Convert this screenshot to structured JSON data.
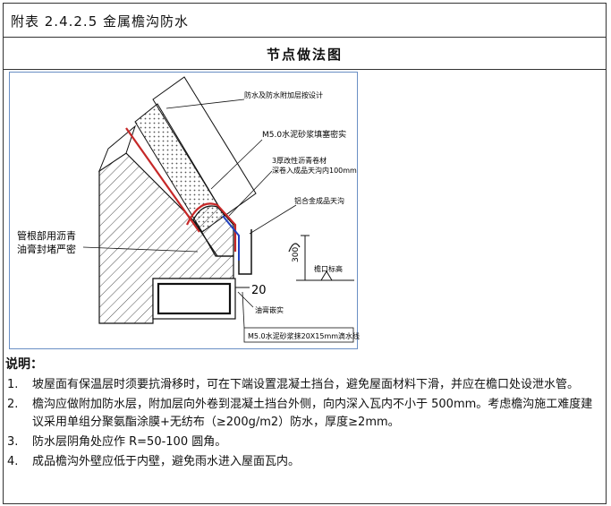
{
  "table": {
    "title": "附表 2.4.2.5 金属檐沟防水",
    "header": "节点做法图"
  },
  "figure": {
    "labels": {
      "top_design": "防水及防水附加层按设计",
      "mortar_fill": "M5.0水泥砂浆填塞密实",
      "membrane_a": "3厚改性沥青卷材",
      "membrane_b": "深卷入成品天沟内100mm",
      "gutter": "铝合金成品天沟",
      "pipe_seal_1": "管根部用沥青",
      "pipe_seal_2": "油膏封堵严密",
      "height": "300",
      "eave_level": "檐口标高",
      "dim_20": "20",
      "paste_fill": "油膏嵌实",
      "drip_line": "M5.0水泥砂浆抹20X15mm滴水线"
    }
  },
  "notes": {
    "title": "说明：",
    "items": [
      {
        "num": "1.",
        "text": "坡屋面有保温层时须要抗滑移时，可在下端设置混凝土挡台，避免屋面材料下滑，并应在檐口处设泄水管。"
      },
      {
        "num": "2.",
        "text": "檐沟应做附加防水层，附加层向外卷到混凝土挡台外侧，向内深入瓦内不小于 500mm。考虑檐沟施工难度建议采用单组分聚氨酯涂膜+无纺布（≥200g/m2）防水，厚度≥2mm。"
      },
      {
        "num": "3.",
        "text": "防水层阴角处应作 R=50-100 圆角。"
      },
      {
        "num": "4.",
        "text": "成品檐沟外壁应低于内壁，避免雨水进入屋面瓦内。"
      }
    ]
  }
}
